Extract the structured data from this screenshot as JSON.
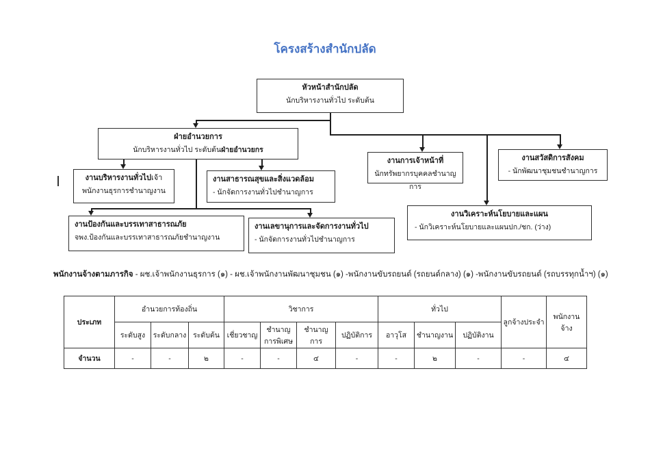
{
  "title": "โครงสร้างสำนักปลัด",
  "colors": {
    "title_accent": "#4472c4",
    "line": "#1f1f1f"
  },
  "org": {
    "head": {
      "title": "หัวหน้าสำนักปลัด",
      "subtitle": "นักบริหารงานทั่วไป ระดับต้น"
    },
    "division": {
      "title": "ฝ่ายอำนวยการ",
      "subtitle_regular": "นักบริหารงานทั่วไป ระดับต้น",
      "subtitle_bold": "ฝ่ายอำนวยกร"
    },
    "personnel": {
      "title": "งานการเจ้าหน้าที่",
      "subtitle": "นักทรัพยากรบุคคลชำนาญการ"
    },
    "welfare": {
      "title": "งานสวัสดิการสังคม",
      "subtitle": "- นักพัฒนาชุมชนชำนาญการ"
    },
    "general_admin": {
      "title_bold": "งานบริหารงานทั่วไป",
      "title_regular": "เจ้า",
      "subtitle": "พนักงานธุรการชำนาญงาน"
    },
    "public_health": {
      "title": "งานสาธารณสุขและสิ่งแวดล้อม",
      "subtitle": "- นักจัดการงานทั่วไปชำนาญการ"
    },
    "disaster": {
      "title": "งานป้องกันและบรรเทาสาธารณภัย",
      "subtitle": "จพง.ป้องกันและบรรเทาสาธารณภัยชำนาญงาน"
    },
    "secretary": {
      "title": "งานเลขานุการและจัดการงานทั่วไป",
      "subtitle": "- นักจัดการงานทั่วไปชำนาญการ"
    },
    "policy": {
      "title": "งานวิเคราะห์นโยบายและแผน",
      "subtitle": "- นักวิเคราะห์นโยบายและแผนปก./ชก. (ว่าง)"
    }
  },
  "staffing_note": {
    "label": "พนักงานจ้างตามภารกิจ",
    "text": " - ผช.เจ้าพนักงานธุรการ (๑)  - ผช.เจ้าพนักงานพัฒนาชุมชน (๑)  -พนักงานขับรถยนต์ (รถยนต์กลาง) (๑)  -พนักงานขับรถยนต์ (รถบรรทุกน้ำฯ) (๑)"
  },
  "table": {
    "type_header": "ประเภท",
    "groups": [
      "อำนวยการท้องถิ่น",
      "วิชาการ",
      "ทั่วไป"
    ],
    "sub_headers": [
      "ระดับสูง",
      "ระดับกลาง",
      "ระดับต้น",
      "เชี่ยวชาญ",
      "ชำนาญการพิเศษ",
      "ชำนาญการ",
      "ปฏิบัติการ",
      "อาวุโส",
      "ชำนาญงาน",
      "ปฏิบัติงาน"
    ],
    "permanent_employee": "ลูกจ้างประจำ",
    "contract_employee": "พนักงานจ้าง",
    "row_label": "จำนวน",
    "values": [
      "-",
      "-",
      "๒",
      "-",
      "-",
      "๔",
      "-",
      "-",
      "๒",
      "-",
      "-",
      "๔"
    ]
  }
}
